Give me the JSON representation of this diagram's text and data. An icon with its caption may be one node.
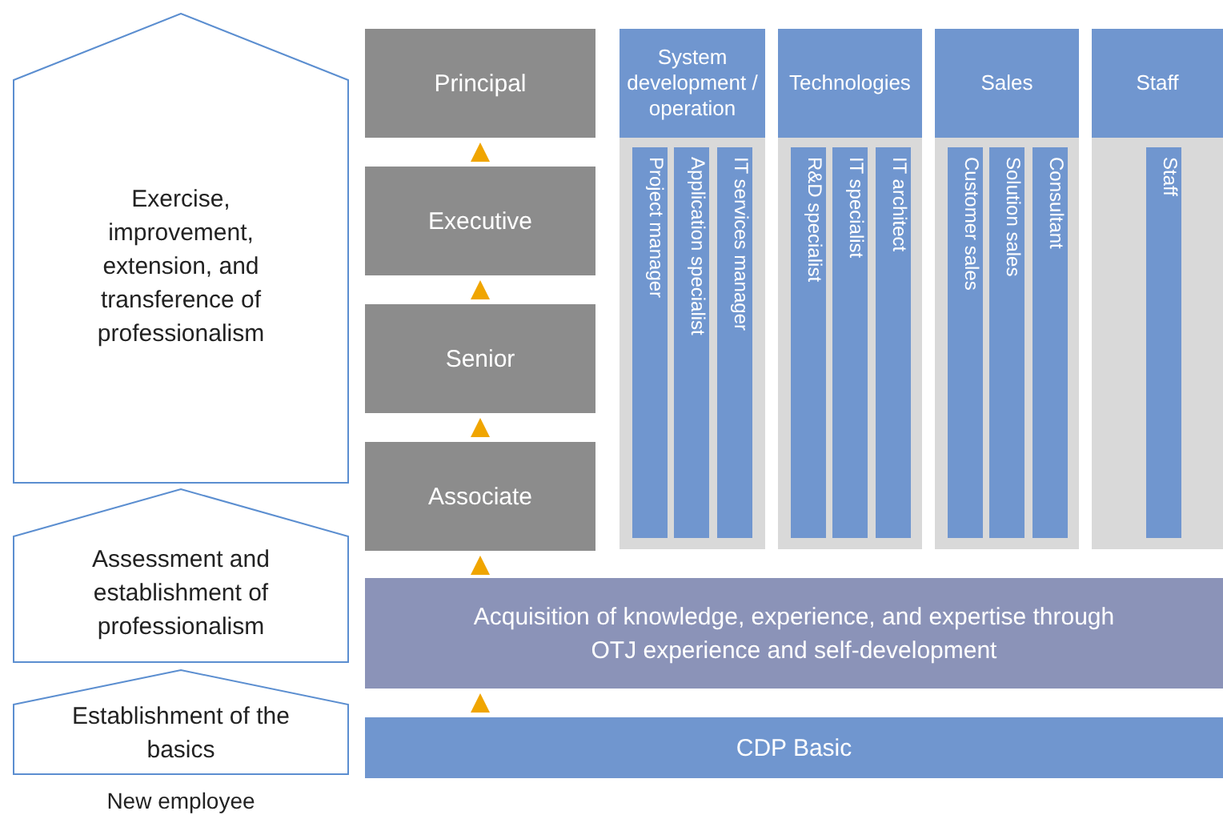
{
  "diagram": {
    "nodes": [
      {
        "text": [
          "Exercise, improvement, extension, and transference of professionalism"
        ]
      },
      {
        "text": [
          "Principal"
        ]
      },
      {
        "text": [
          "Executive"
        ]
      },
      {
        "text": [
          "Senior"
        ]
      },
      {
        "text": [
          "Associate"
        ]
      },
      {
        "text": [
          "System development / operation"
        ]
      },
      {
        "text": [
          "Project manager"
        ],
        "in": 5
      },
      {
        "text": [
          "Application specialist"
        ],
        "in": 5
      },
      {
        "text": [
          "IT services manager"
        ],
        "in": 5
      },
      {
        "text": [
          "Technologies"
        ]
      },
      {
        "text": [
          "R&D specialist"
        ],
        "in": 9
      },
      {
        "text": [
          "IT specialist"
        ],
        "in": 9
      },
      {
        "text": [
          "IT architect"
        ],
        "in": 9
      },
      {
        "text": [
          "Sales"
        ]
      },
      {
        "text": [
          "Customer sales"
        ],
        "in": 13
      },
      {
        "text": [
          "Solution sales"
        ],
        "in": 13
      },
      {
        "text": [
          "Consultant"
        ],
        "in": 13
      },
      {
        "text": [
          "Staff"
        ]
      },
      {
        "text": [
          "Staff"
        ],
        "in": 17
      },
      {
        "text": [
          "Assessment and establishment of professionalism"
        ]
      },
      {
        "text": [
          "Acquisition of knowledge, experience, and expertise through OTJ experience and self-development"
        ]
      },
      {
        "text": [
          "Establishment of the basics"
        ]
      },
      {
        "text": [
          "CDP Basic"
        ]
      }
    ],
    "edges": [
      {
        "from": 4,
        "to": 3,
        "arrow": "to"
      },
      {
        "from": 3,
        "to": 2,
        "arrow": "to"
      },
      {
        "from": 2,
        "to": 1,
        "arrow": "to"
      },
      {
        "from": 20,
        "to": 4,
        "arrow": "to"
      },
      {
        "from": 22,
        "to": 20,
        "arrow": "to"
      }
    ],
    "labels": [
      "New employee"
    ]
  }
}
